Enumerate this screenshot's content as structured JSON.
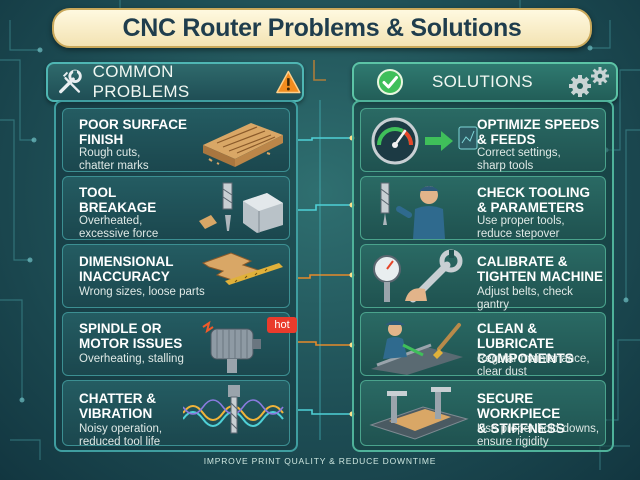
{
  "title": "CNC Router Problems & Solutions",
  "problems": {
    "heading": "COMMON PROBLEMS",
    "items": [
      {
        "title": "POOR SURFACE\nFINISH",
        "desc": "Rough cuts,\nchatter marks"
      },
      {
        "title": "TOOL\nBREAKAGE",
        "desc": "Overheated,\nexcessive force"
      },
      {
        "title": "DIMENSIONAL\nINACCURACY",
        "desc": "Wrong sizes, loose parts"
      },
      {
        "title": "SPINDLE OR\nMOTOR ISSUES",
        "desc": "Overheating, stalling"
      },
      {
        "title": "CHATTER &\nVIBRATION",
        "desc": "Noisy operation,\nreduced tool life"
      }
    ],
    "hot_tag": "hot"
  },
  "solutions": {
    "heading": "SOLUTIONS",
    "items": [
      {
        "title": "OPTIMIZE SPEEDS\n& FEEDS",
        "desc": "Correct settings,\nsharp tools"
      },
      {
        "title": "CHECK TOOLING\n& PARAMETERS",
        "desc": "Use proper tools,\nreduce stepover"
      },
      {
        "title": "CALIBRATE &\nTIGHTEN MACHINE",
        "desc": "Adjust belts, check gantry"
      },
      {
        "title": "CLEAN & LUBRICATE\nCOMPONENTS",
        "desc": "Regular maintenance,\nclear dust"
      },
      {
        "title": "SECURE WORKPIECE\n& STIFFNESS",
        "desc": "Use proper hold-downs,\nensure rigidity"
      }
    ]
  },
  "footer": "IMPROVE PRINT QUALITY & REDUCE DOWNTIME",
  "colors": {
    "accent_gold": "#c9a85a",
    "connector_orange": "#e58a2a",
    "connector_cyan": "#4fd0d6",
    "warning_orange": "#f28c1e",
    "check_green": "#3fbf5a"
  },
  "icons": [
    "wrench-screwdriver-icon",
    "warning-icon",
    "checkmark-icon",
    "gears-icon"
  ]
}
